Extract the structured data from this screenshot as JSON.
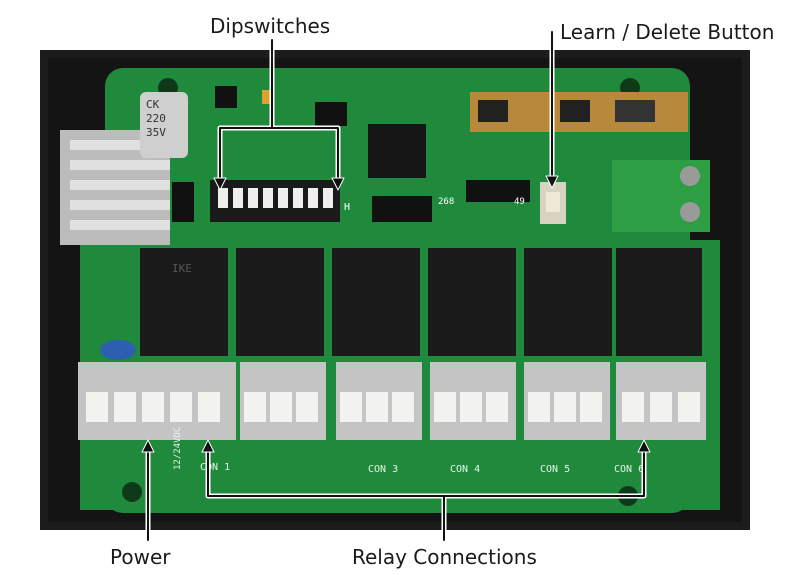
{
  "callouts": {
    "dipswitches": "Dipswitches",
    "learn_delete": "Learn / Delete Button",
    "power": "Power",
    "relay_connections": "Relay Connections"
  },
  "board_text": {
    "cap_line1": "CK",
    "cap_line2": "220",
    "cap_line3": "35V",
    "dip_label": "H",
    "jumper_left": "268",
    "jumper_right": "49",
    "power_label": "12/24VDC",
    "relay_brand": "IKE",
    "con1": "CON 1",
    "con3": "CON 3",
    "con4": "CON 4",
    "con5": "CON 5",
    "con6": "CON 6"
  },
  "colors": {
    "pcb": "#1f8a3c",
    "relay": "#1a1a1a",
    "terminal": "#d9d9d9",
    "green_terminal": "#2e9e44",
    "housing": "#1c1c1c"
  }
}
